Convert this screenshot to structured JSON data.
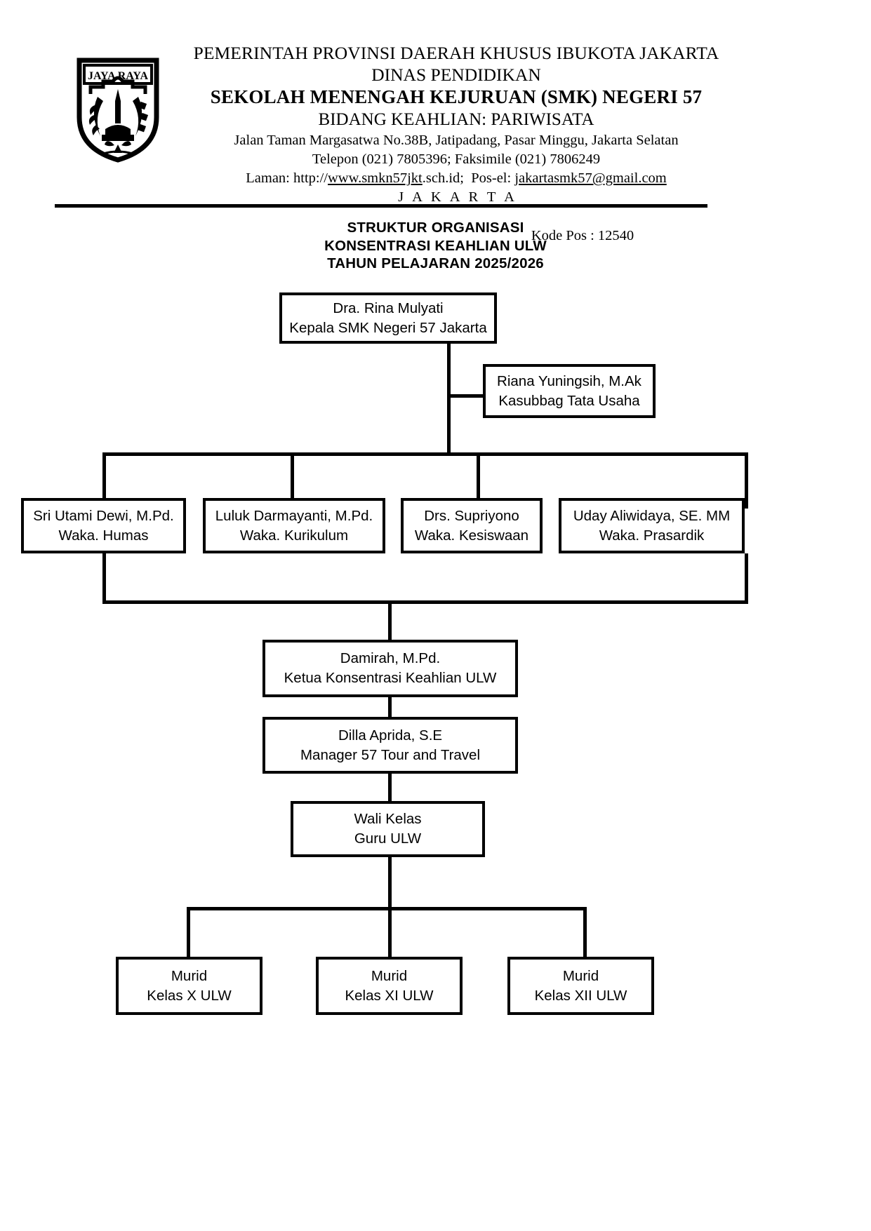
{
  "letterhead": {
    "crest_motto": "JAYA RAYA",
    "line1": "PEMERINTAH PROVINSI DAERAH KHUSUS IBUKOTA JAKARTA",
    "line2": "DINAS PENDIDIKAN",
    "line3": "SEKOLAH MENENGAH KEJURUAN (SMK) NEGERI 57",
    "line4": "BIDANG KEAHLIAN: PARIWISATA",
    "address": "Jalan Taman Margasatwa No.38B, Jatipadang, Pasar Minggu, Jakarta Selatan",
    "phone": "Telepon (021) 7805396; Faksimile (021) 7806249",
    "web_prefix": "Laman: http://",
    "web_url": "www.smkn57jkt",
    "web_suffix": ".sch.id;",
    "email_label": "Pos-el:",
    "email": "jakartasmk57@gmail.com",
    "city": "J A K A R T A",
    "postal": "Kode Pos : 12540"
  },
  "chart_title": {
    "line1": "STRUKTUR ORGANISASI",
    "line2": "KONSENTRASI KEAHLIAN ULW",
    "line3": "TAHUN PELAJARAN 2025/2026"
  },
  "nodes": {
    "principal": {
      "name": "Dra. Rina Mulyati",
      "role": "Kepala SMK Negeri 57 Jakarta"
    },
    "tata_usaha": {
      "name": "Riana Yuningsih, M.Ak",
      "role": "Kasubbag Tata Usaha"
    },
    "waka": [
      {
        "name": "Sri Utami Dewi, M.Pd.",
        "role": "Waka. Humas"
      },
      {
        "name": "Luluk Darmayanti, M.Pd.",
        "role": "Waka. Kurikulum"
      },
      {
        "name": "Drs. Supriyono",
        "role": "Waka. Kesiswaan"
      },
      {
        "name": "Uday Aliwidaya, SE. MM",
        "role": "Waka. Prasardik"
      }
    ],
    "ketua": {
      "name": "Damirah, M.Pd.",
      "role": "Ketua Konsentrasi Keahlian ULW"
    },
    "manager": {
      "name": "Dilla Aprida, S.E",
      "role": "Manager 57 Tour and Travel"
    },
    "wali_kelas": {
      "name": "Wali Kelas",
      "role": "Guru ULW"
    },
    "murid": [
      {
        "name": "Murid",
        "role": "Kelas X ULW"
      },
      {
        "name": "Murid",
        "role": "Kelas XI ULW"
      },
      {
        "name": "Murid",
        "role": "Kelas XII ULW"
      }
    ]
  },
  "colors": {
    "ink": "#000000",
    "paper": "#ffffff"
  }
}
